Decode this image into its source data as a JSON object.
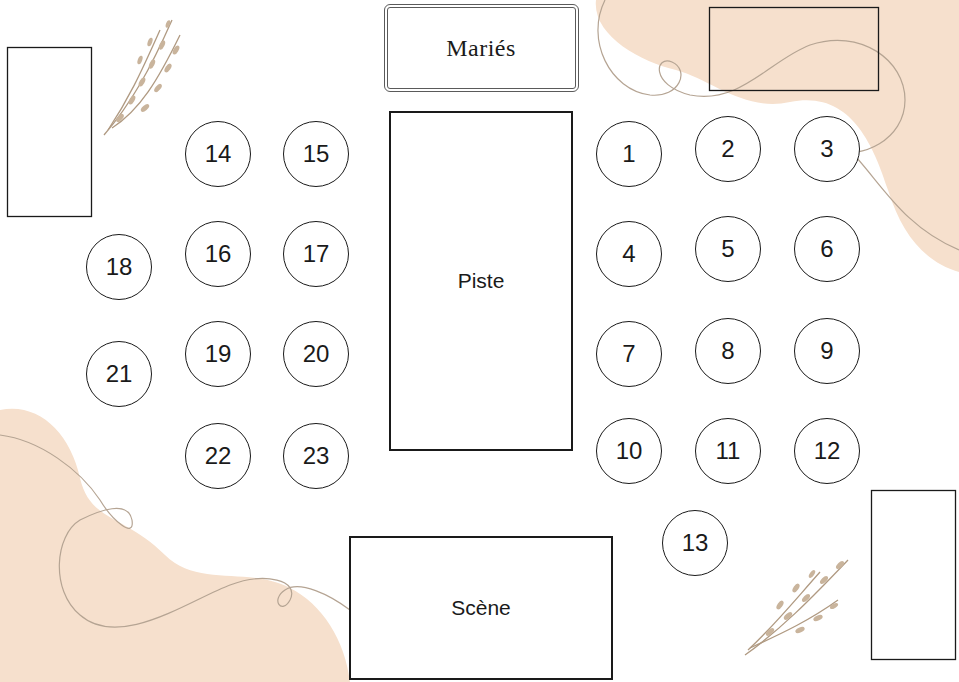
{
  "diagram": {
    "nodes": [
      {
        "text": [
          "Mariés"
        ]
      },
      {
        "text": [
          "14"
        ]
      },
      {
        "text": [
          "15"
        ]
      },
      {
        "text": [
          "Piste"
        ]
      },
      {
        "text": [
          "1"
        ]
      },
      {
        "text": [
          "2"
        ]
      },
      {
        "text": [
          "3"
        ]
      },
      {
        "text": [
          "16"
        ]
      },
      {
        "text": [
          "17"
        ]
      },
      {
        "text": [
          "4"
        ]
      },
      {
        "text": [
          "5"
        ]
      },
      {
        "text": [
          "6"
        ]
      },
      {
        "text": [
          "18"
        ]
      },
      {
        "text": [
          "19"
        ]
      },
      {
        "text": [
          "20"
        ]
      },
      {
        "text": [
          "7"
        ]
      },
      {
        "text": [
          "8"
        ]
      },
      {
        "text": [
          "9"
        ]
      },
      {
        "text": [
          "21"
        ]
      },
      {
        "text": [
          "22"
        ]
      },
      {
        "text": [
          "23"
        ]
      },
      {
        "text": [
          "10"
        ]
      },
      {
        "text": [
          "11"
        ]
      },
      {
        "text": [
          "12"
        ]
      },
      {
        "text": [
          "13"
        ]
      },
      {
        "text": [
          "Scène"
        ]
      }
    ]
  }
}
